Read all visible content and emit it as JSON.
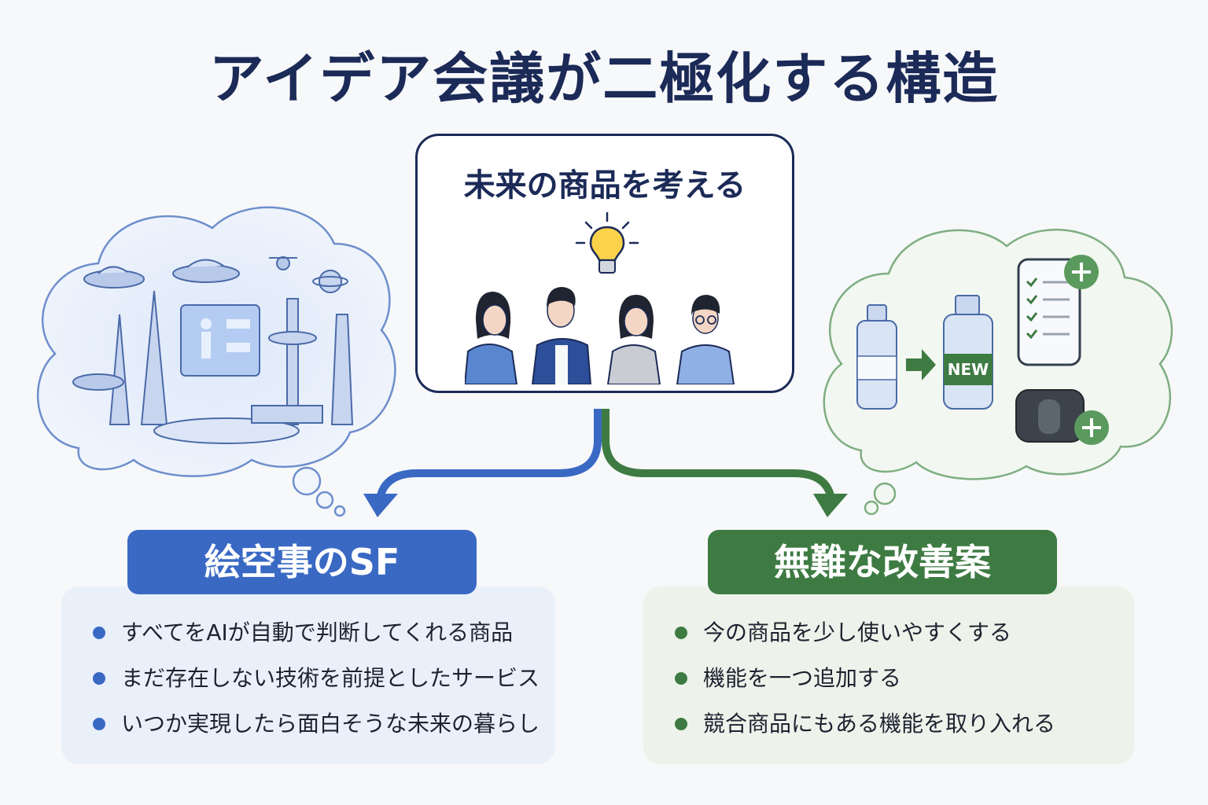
{
  "title": "アイデア会議が二極化する構造",
  "center": {
    "title": "未来の商品を考える",
    "icon": "lightbulb-icon"
  },
  "left": {
    "label": "絵空事のSF",
    "color": "#3a69c4",
    "items": [
      "すべてをAIが自動で判断してくれる商品",
      "まだ存在しない技術を前提としたサービス",
      "いつか実現したら面白そうな未来の暮らし"
    ]
  },
  "right": {
    "label": "無難な改善案",
    "color": "#3e7b43",
    "badge": "NEW",
    "items": [
      "今の商品を少し使いやすくする",
      "機能を一つ追加する",
      "競合商品にもある機能を取り入れる"
    ]
  }
}
